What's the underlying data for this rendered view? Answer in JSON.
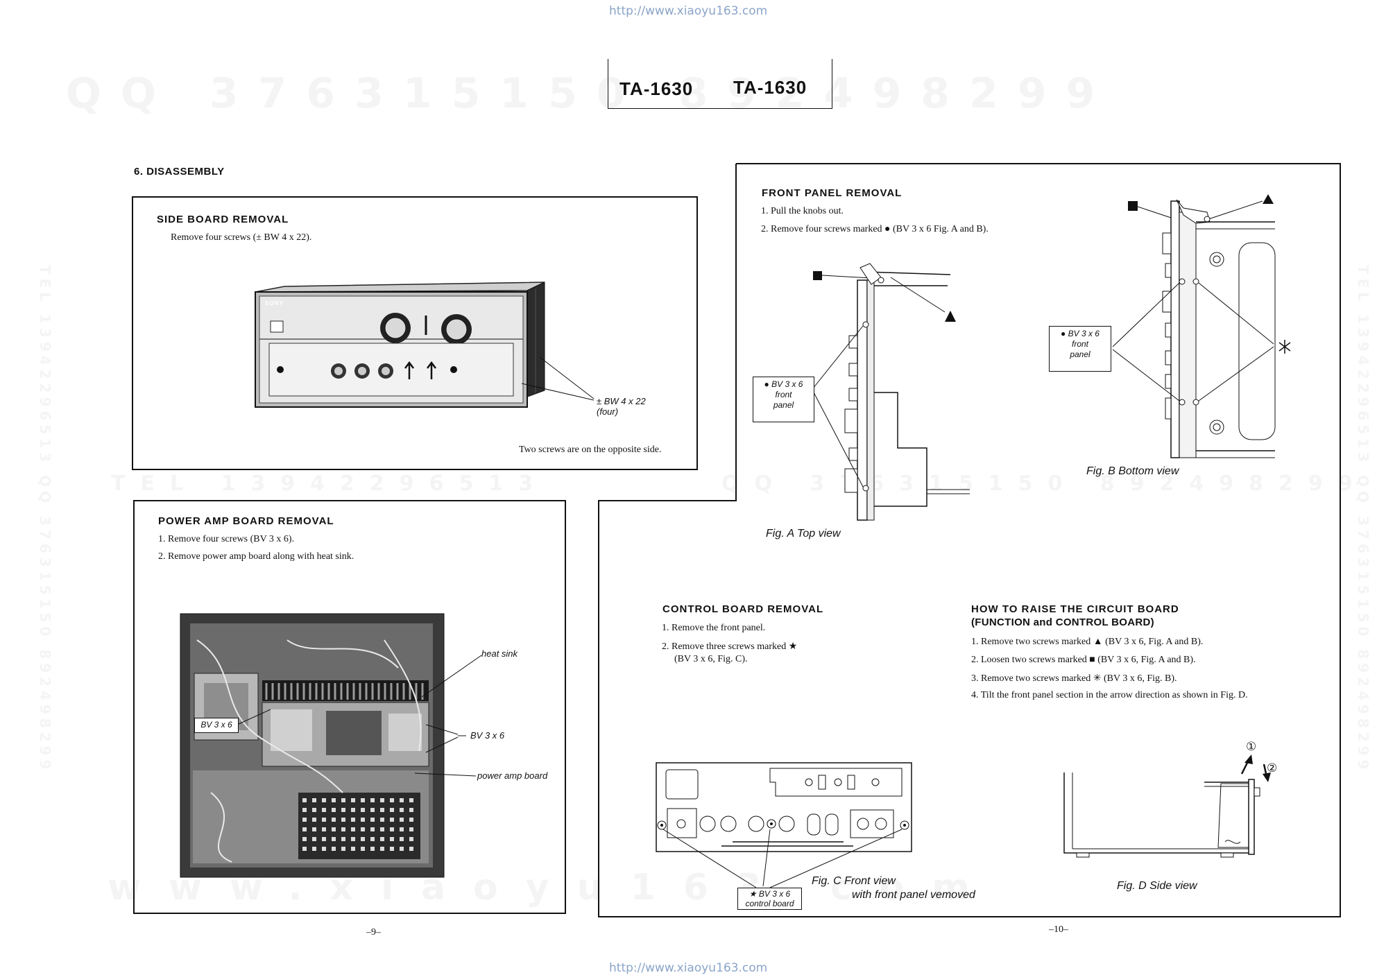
{
  "urls": {
    "top": "http://www.xiaoyu163.com",
    "bottom": "http://www.xiaoyu163.com"
  },
  "watermarks": {
    "qq_top": "QQ 376315150  892498299",
    "qq_mid": "QQ 376315150  892498299",
    "tel_mid": "TEL 13942296513",
    "www_bottom": "www.xiaoyu163.com",
    "tel_left": "TEL 13942296513 QQ 376315150 892498299",
    "tel_right": "TEL 13942296513 QQ 376315150 892498299"
  },
  "header": {
    "model_left": "TA-1630",
    "model_right": "TA-1630"
  },
  "section_title": "6. DISASSEMBLY",
  "side_board": {
    "title": "SIDE BOARD REMOVAL",
    "instruction": "Remove four screws (± BW 4 x 22).",
    "callout_line1": "± BW 4 x 22",
    "callout_line2": "(four)",
    "note": "Two screws are on the opposite side.",
    "amp_brand": "SONY"
  },
  "power_amp": {
    "title": "POWER AMP BOARD REMOVAL",
    "steps": [
      "1.  Remove four screws (BV 3 x 6).",
      "2.  Remove power amp board along with heat sink."
    ],
    "label_heat_sink": "heat sink",
    "label_bv_left": "BV 3 x 6",
    "label_bv_right": "BV 3 x 6",
    "label_board": "power amp board"
  },
  "front_panel": {
    "title": "FRONT PANEL REMOVAL",
    "steps": [
      "1.  Pull the knobs out.",
      "2.  Remove four screws marked ● (BV 3 x 6 Fig. A and B)."
    ],
    "tag_a": {
      "line1": "● BV 3 x 6",
      "line2": "front",
      "line3": "panel"
    },
    "tag_b": {
      "line1": "● BV 3 x 6",
      "line2": "front",
      "line3": "panel"
    },
    "fig_a_caption": "Fig. A   Top view",
    "fig_b_caption": "Fig. B   Bottom view"
  },
  "control_board": {
    "title": "CONTROL BOARD REMOVAL",
    "steps": [
      "1.  Remove the front panel.",
      "2.  Remove three screws marked ★",
      "(BV 3 x 6, Fig. C)."
    ],
    "tag_line1": "★ BV 3 x 6",
    "tag_line2": "control board",
    "fig_c_caption_line1": "Fig. C   Front view",
    "fig_c_caption_line2": "with front panel vemoved"
  },
  "raise_board": {
    "title_line1": "HOW TO RAISE THE CIRCUIT BOARD",
    "title_line2": "(FUNCTION and CONTROL BOARD)",
    "steps": [
      "1.  Remove two screws marked ▲ (BV 3 x 6, Fig. A and B).",
      "2.  Loosen two screws marked ■ (BV 3 x 6, Fig. A and B).",
      "3.  Remove two screws marked ✳ (BV 3 x 6, Fig. B).",
      "4.  Tilt the front panel section in the arrow direction as shown in Fig. D."
    ],
    "fig_d_caption": "Fig. D   Side view",
    "arrow1": "①",
    "arrow2": "②"
  },
  "page_numbers": {
    "left": "–9–",
    "right": "–10–"
  }
}
